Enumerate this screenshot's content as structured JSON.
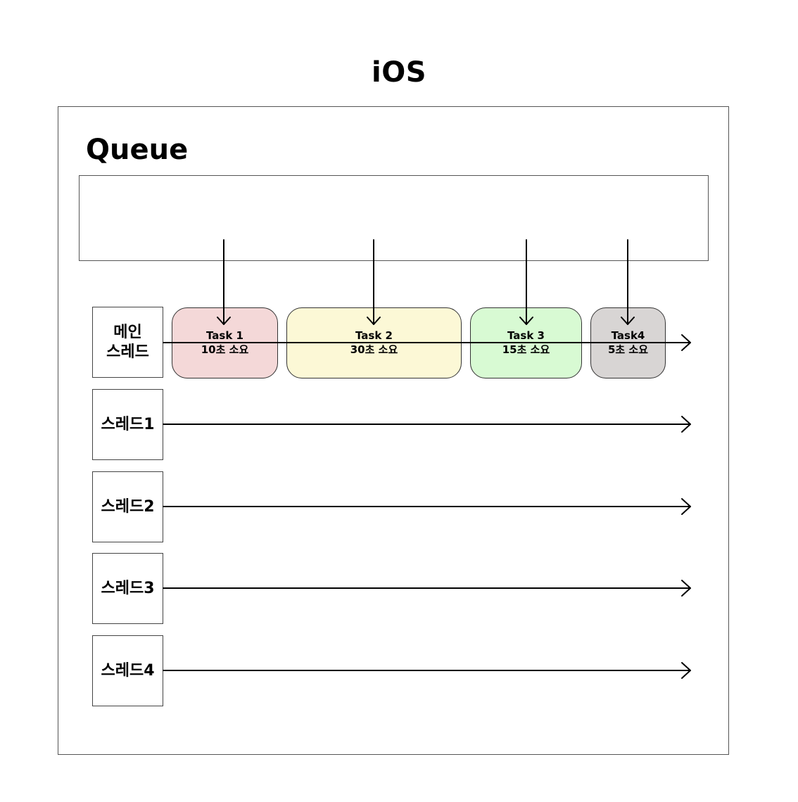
{
  "title": "iOS",
  "queue": {
    "label": "Queue"
  },
  "main_thread": {
    "label": "메인\n스레드",
    "tasks": [
      {
        "name": "Task 1",
        "duration": "10초 소요",
        "color": "#f4d8d8"
      },
      {
        "name": "Task 2",
        "duration": "30초 소요",
        "color": "#fcf8d6"
      },
      {
        "name": "Task 3",
        "duration": "15초 소요",
        "color": "#d8fad3"
      },
      {
        "name": "Task4",
        "duration": "5초 소요",
        "color": "#d8d5d4"
      }
    ]
  },
  "threads": [
    {
      "label": "스레드1"
    },
    {
      "label": "스레드2"
    },
    {
      "label": "스레드3"
    },
    {
      "label": "스레드4"
    }
  ]
}
